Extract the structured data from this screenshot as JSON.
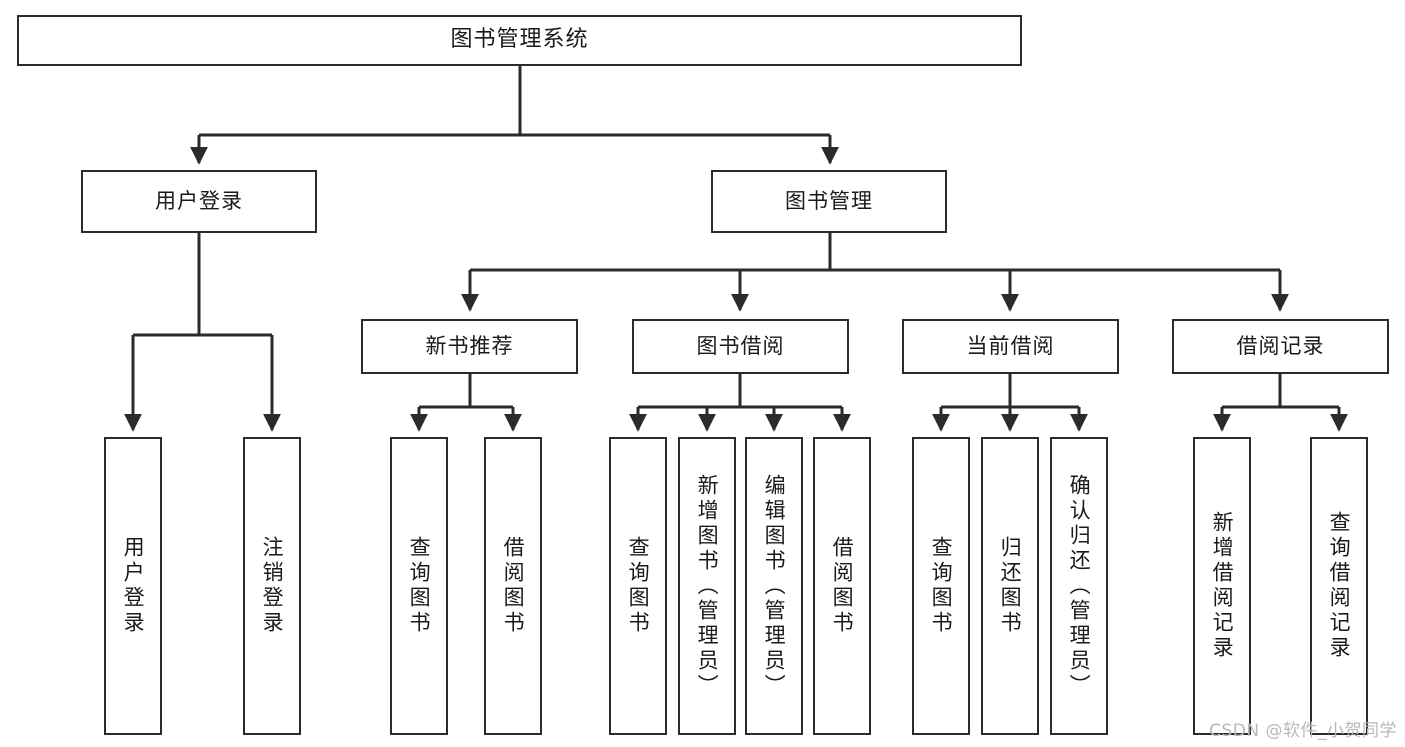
{
  "diagram": {
    "title": "图书管理系统",
    "type": "tree-hierarchy",
    "root": {
      "label": "图书管理系统"
    },
    "level2": [
      {
        "label": "用户登录"
      },
      {
        "label": "图书管理"
      }
    ],
    "level3": [
      {
        "label": "新书推荐"
      },
      {
        "label": "图书借阅"
      },
      {
        "label": "当前借阅"
      },
      {
        "label": "借阅记录"
      }
    ],
    "leaves": {
      "user_login": [
        {
          "label": "用户登录"
        },
        {
          "label": "注销登录"
        }
      ],
      "new_book": [
        {
          "label": "查询图书"
        },
        {
          "label": "借阅图书"
        }
      ],
      "book_borrow": [
        {
          "label": "查询图书"
        },
        {
          "label": "新增图书（管理员）"
        },
        {
          "label": "编辑图书（管理员）"
        },
        {
          "label": "借阅图书"
        }
      ],
      "current_borrow": [
        {
          "label": "查询图书"
        },
        {
          "label": "归还图书"
        },
        {
          "label": "确认归还（管理员）"
        }
      ],
      "borrow_record": [
        {
          "label": "新增借阅记录"
        },
        {
          "label": "查询借阅记录"
        }
      ]
    }
  },
  "watermark": {
    "text": "CSDN @软件_小贺同学"
  },
  "colors": {
    "stroke": "#2b2b2b",
    "background": "#ffffff",
    "text": "#1a1a1a",
    "watermark": "#b9b9b9"
  }
}
